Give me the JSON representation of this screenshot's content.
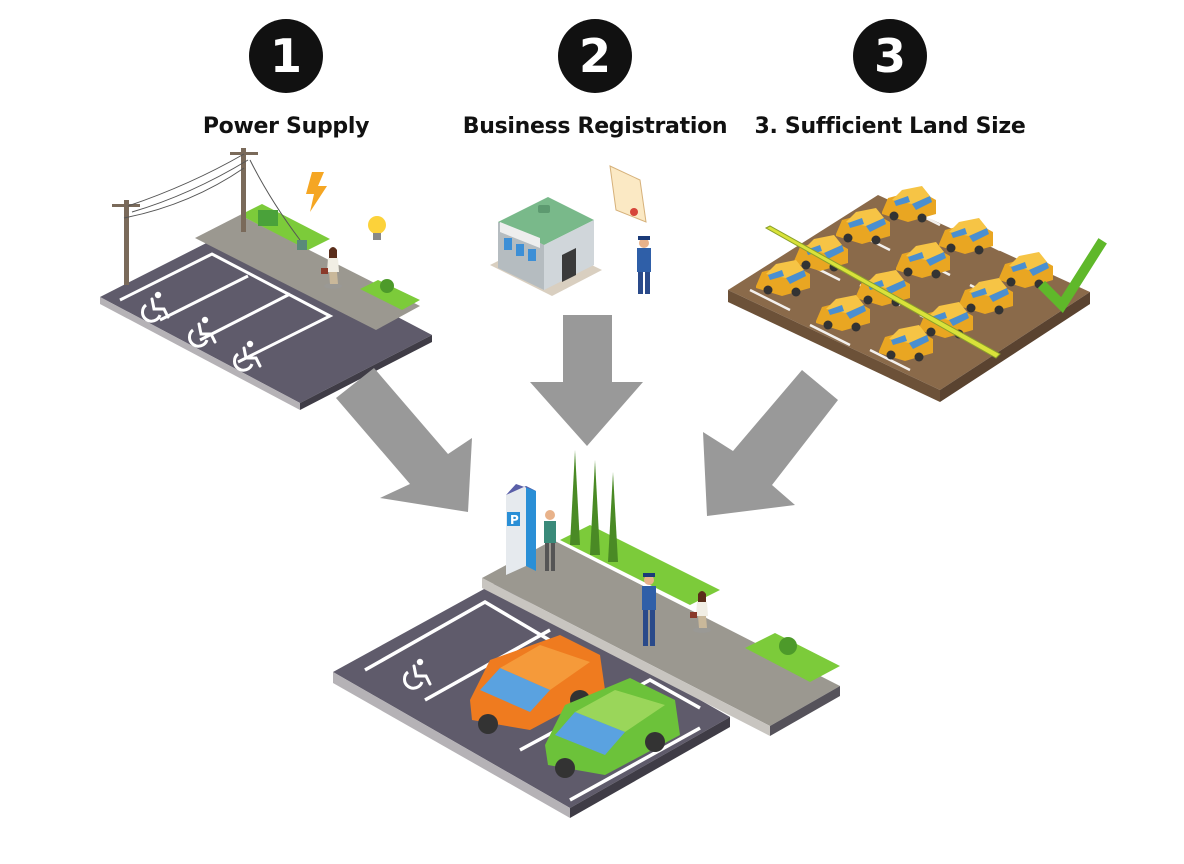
{
  "steps": [
    {
      "number": "1",
      "label": "Power Supply",
      "icon": "power-grid-illustration"
    },
    {
      "number": "2",
      "label": "Business Registration",
      "icon": "business-office-illustration"
    },
    {
      "number": "3",
      "label": "3. Sufficient Land Size",
      "icon": "parking-lot-land-illustration"
    }
  ],
  "scene": {
    "result": "parking-lot-illustration",
    "signs": {
      "parking": "P"
    }
  },
  "colors": {
    "badge": "#111111",
    "arrow": "#999999",
    "asphalt": "#5f5b6b",
    "sidewalk": "#9b9890",
    "grass": "#7ccb3a",
    "dirt": "#8a6a4a",
    "taxi": "#f2b630",
    "car_orange": "#ef7b1f",
    "car_green": "#6cc23a",
    "check": "#5fb82a",
    "lightning": "#f5a623",
    "meter": "#2a8fd6"
  }
}
